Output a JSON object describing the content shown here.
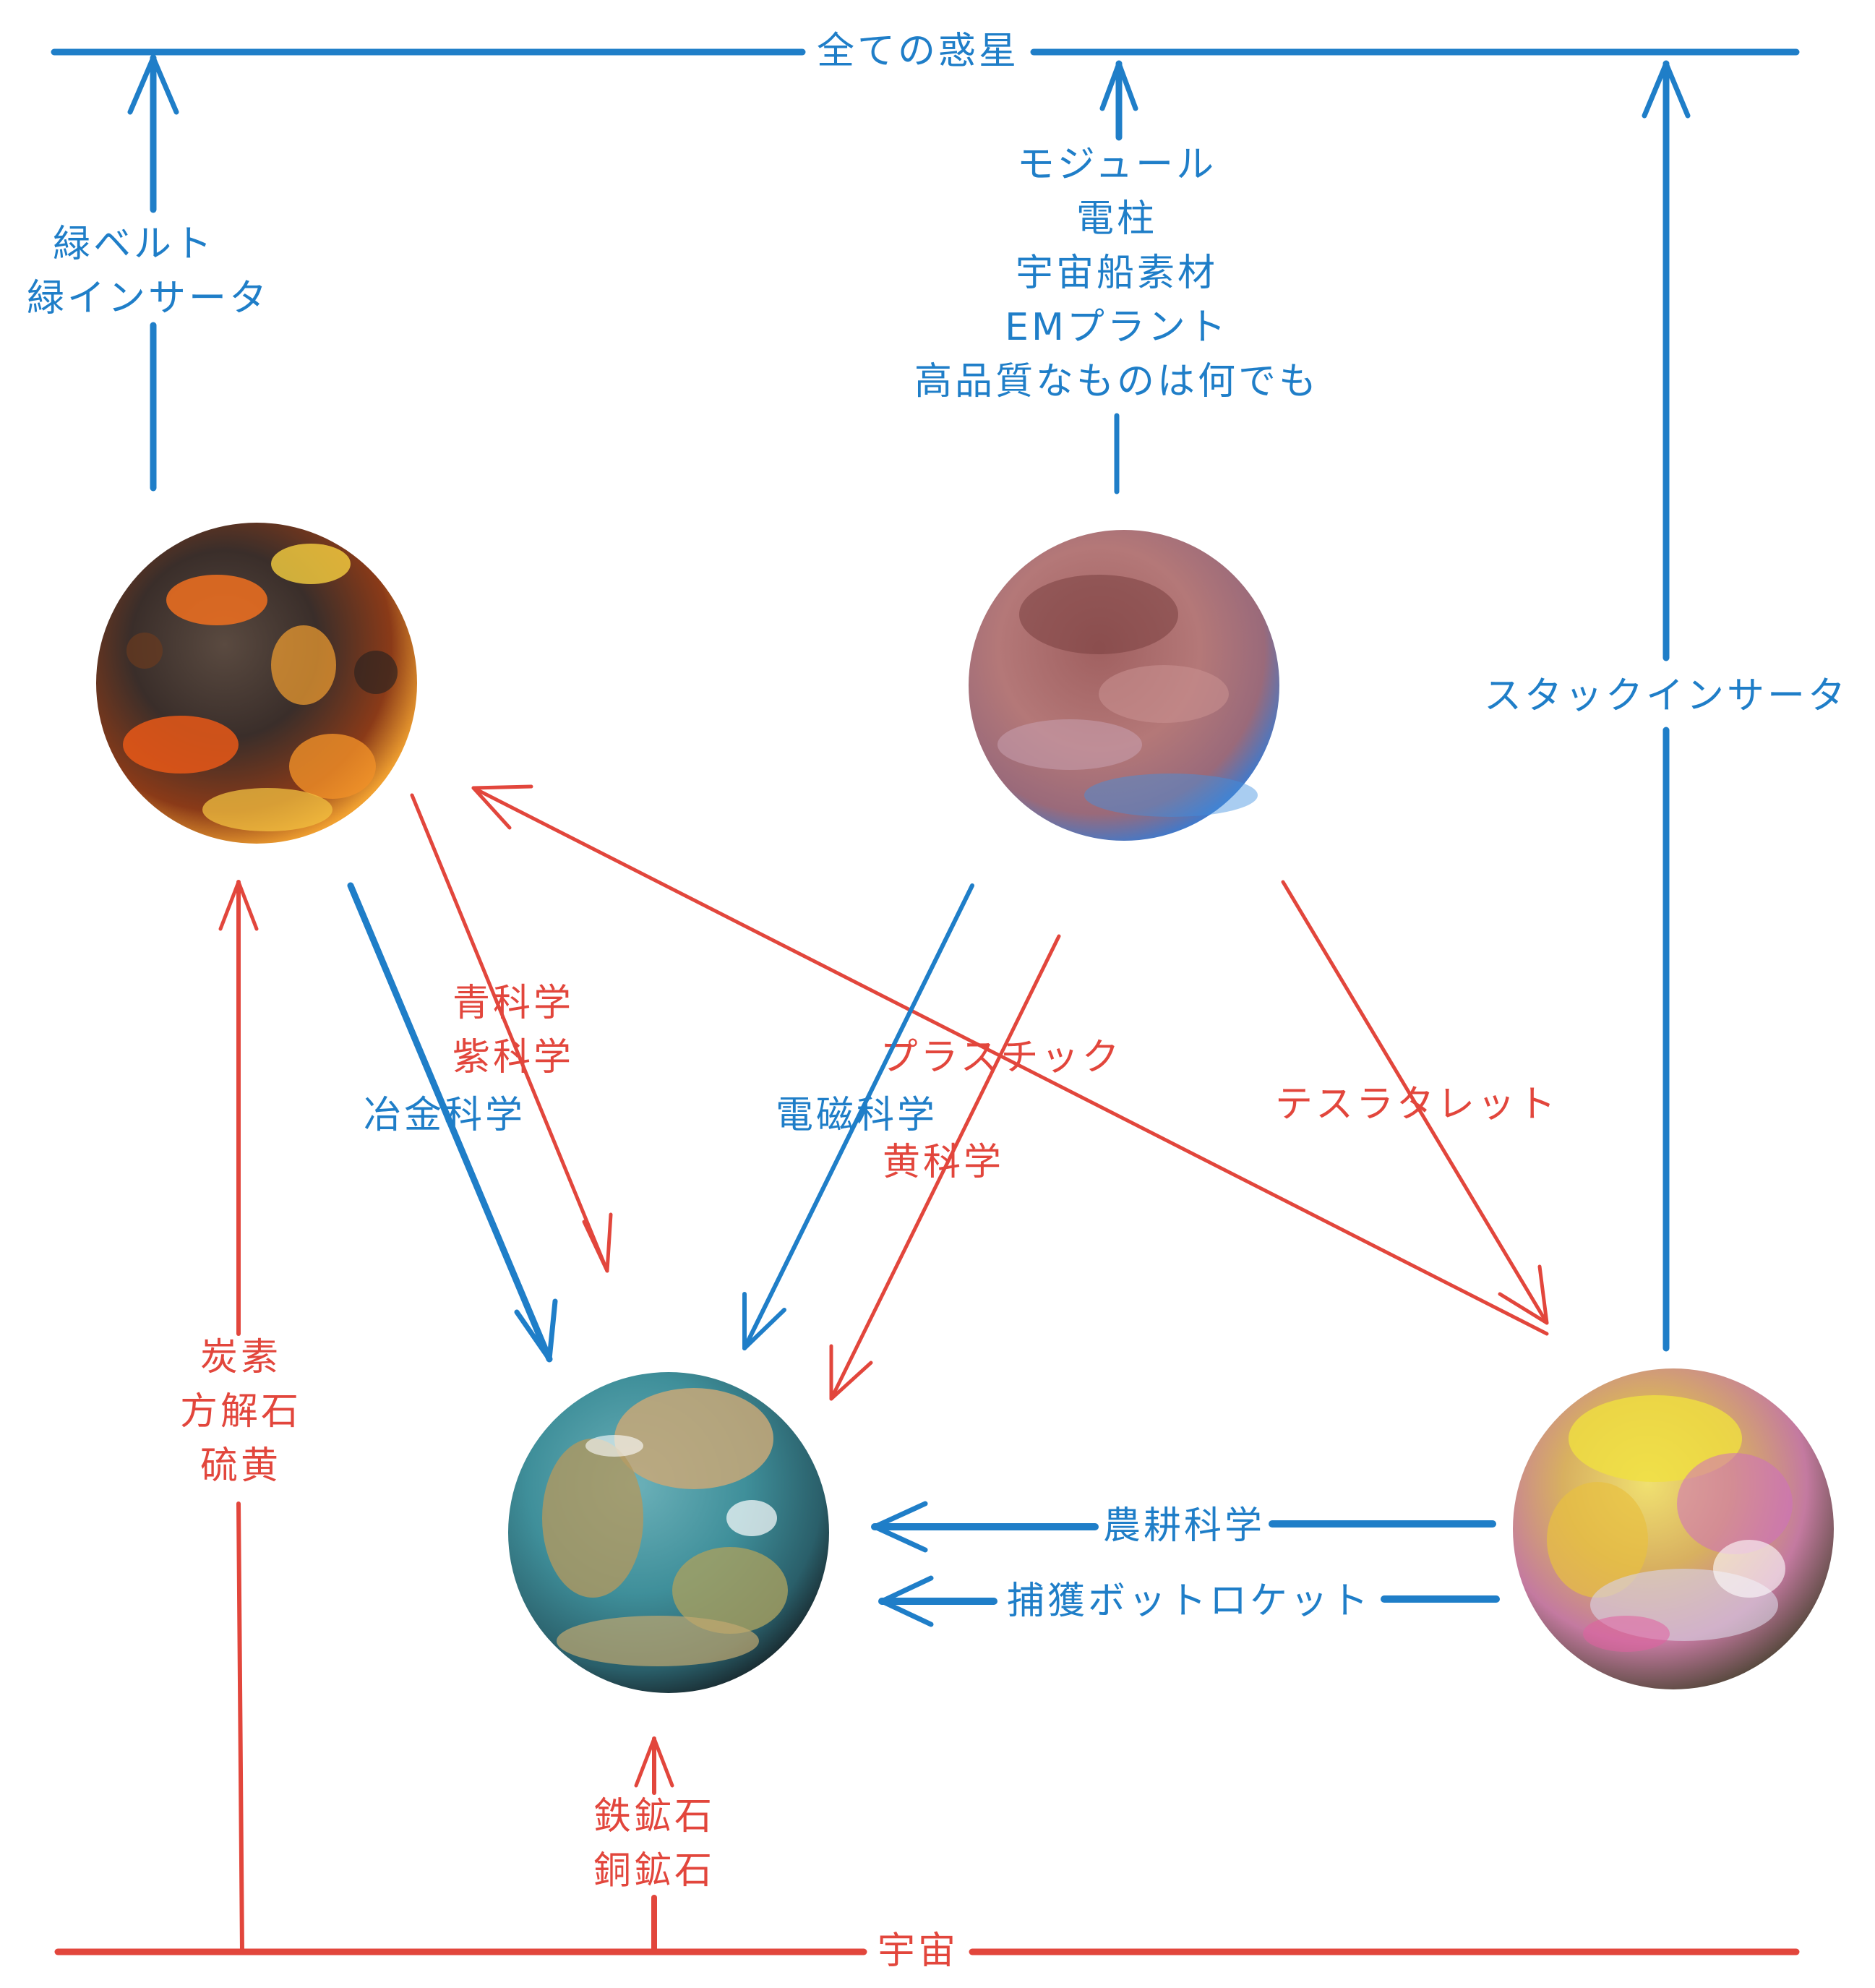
{
  "top_line": {
    "label": "全ての惑星"
  },
  "bottom_line": {
    "label": "宇宙"
  },
  "labels": {
    "volcanic_to_all": [
      "緑ベルト",
      "緑インサータ"
    ],
    "pink_to_all": [
      "モジュール",
      "電柱",
      "宇宙船素材",
      "EMプラント",
      "高品質なものは何でも"
    ],
    "fungal_to_all": [
      "スタックインサータ"
    ],
    "volcanic_to_earth_red": [
      "青科学",
      "紫科学"
    ],
    "volcanic_to_earth_blue": [
      "冶金科学"
    ],
    "fungal_to_volcanic": [
      "プラスチック"
    ],
    "pink_to_earth_blue": [
      "電磁科学"
    ],
    "pink_to_earth_red": [
      "黄科学"
    ],
    "pink_to_fungal": [
      "テスラタレット"
    ],
    "fungal_to_earth_1": [
      "農耕科学"
    ],
    "fungal_to_earth_2": [
      "捕獲ボットロケット"
    ],
    "space_to_volcanic": [
      "炭素",
      "方解石",
      "硫黄"
    ],
    "space_to_earth": [
      "鉄鉱石",
      "銅鉱石"
    ]
  },
  "colors": {
    "blue": "#1f7ec8",
    "red": "#e2463c"
  },
  "planets": [
    "volcanic-planet",
    "pink-planet",
    "earth-planet",
    "fungal-planet"
  ]
}
